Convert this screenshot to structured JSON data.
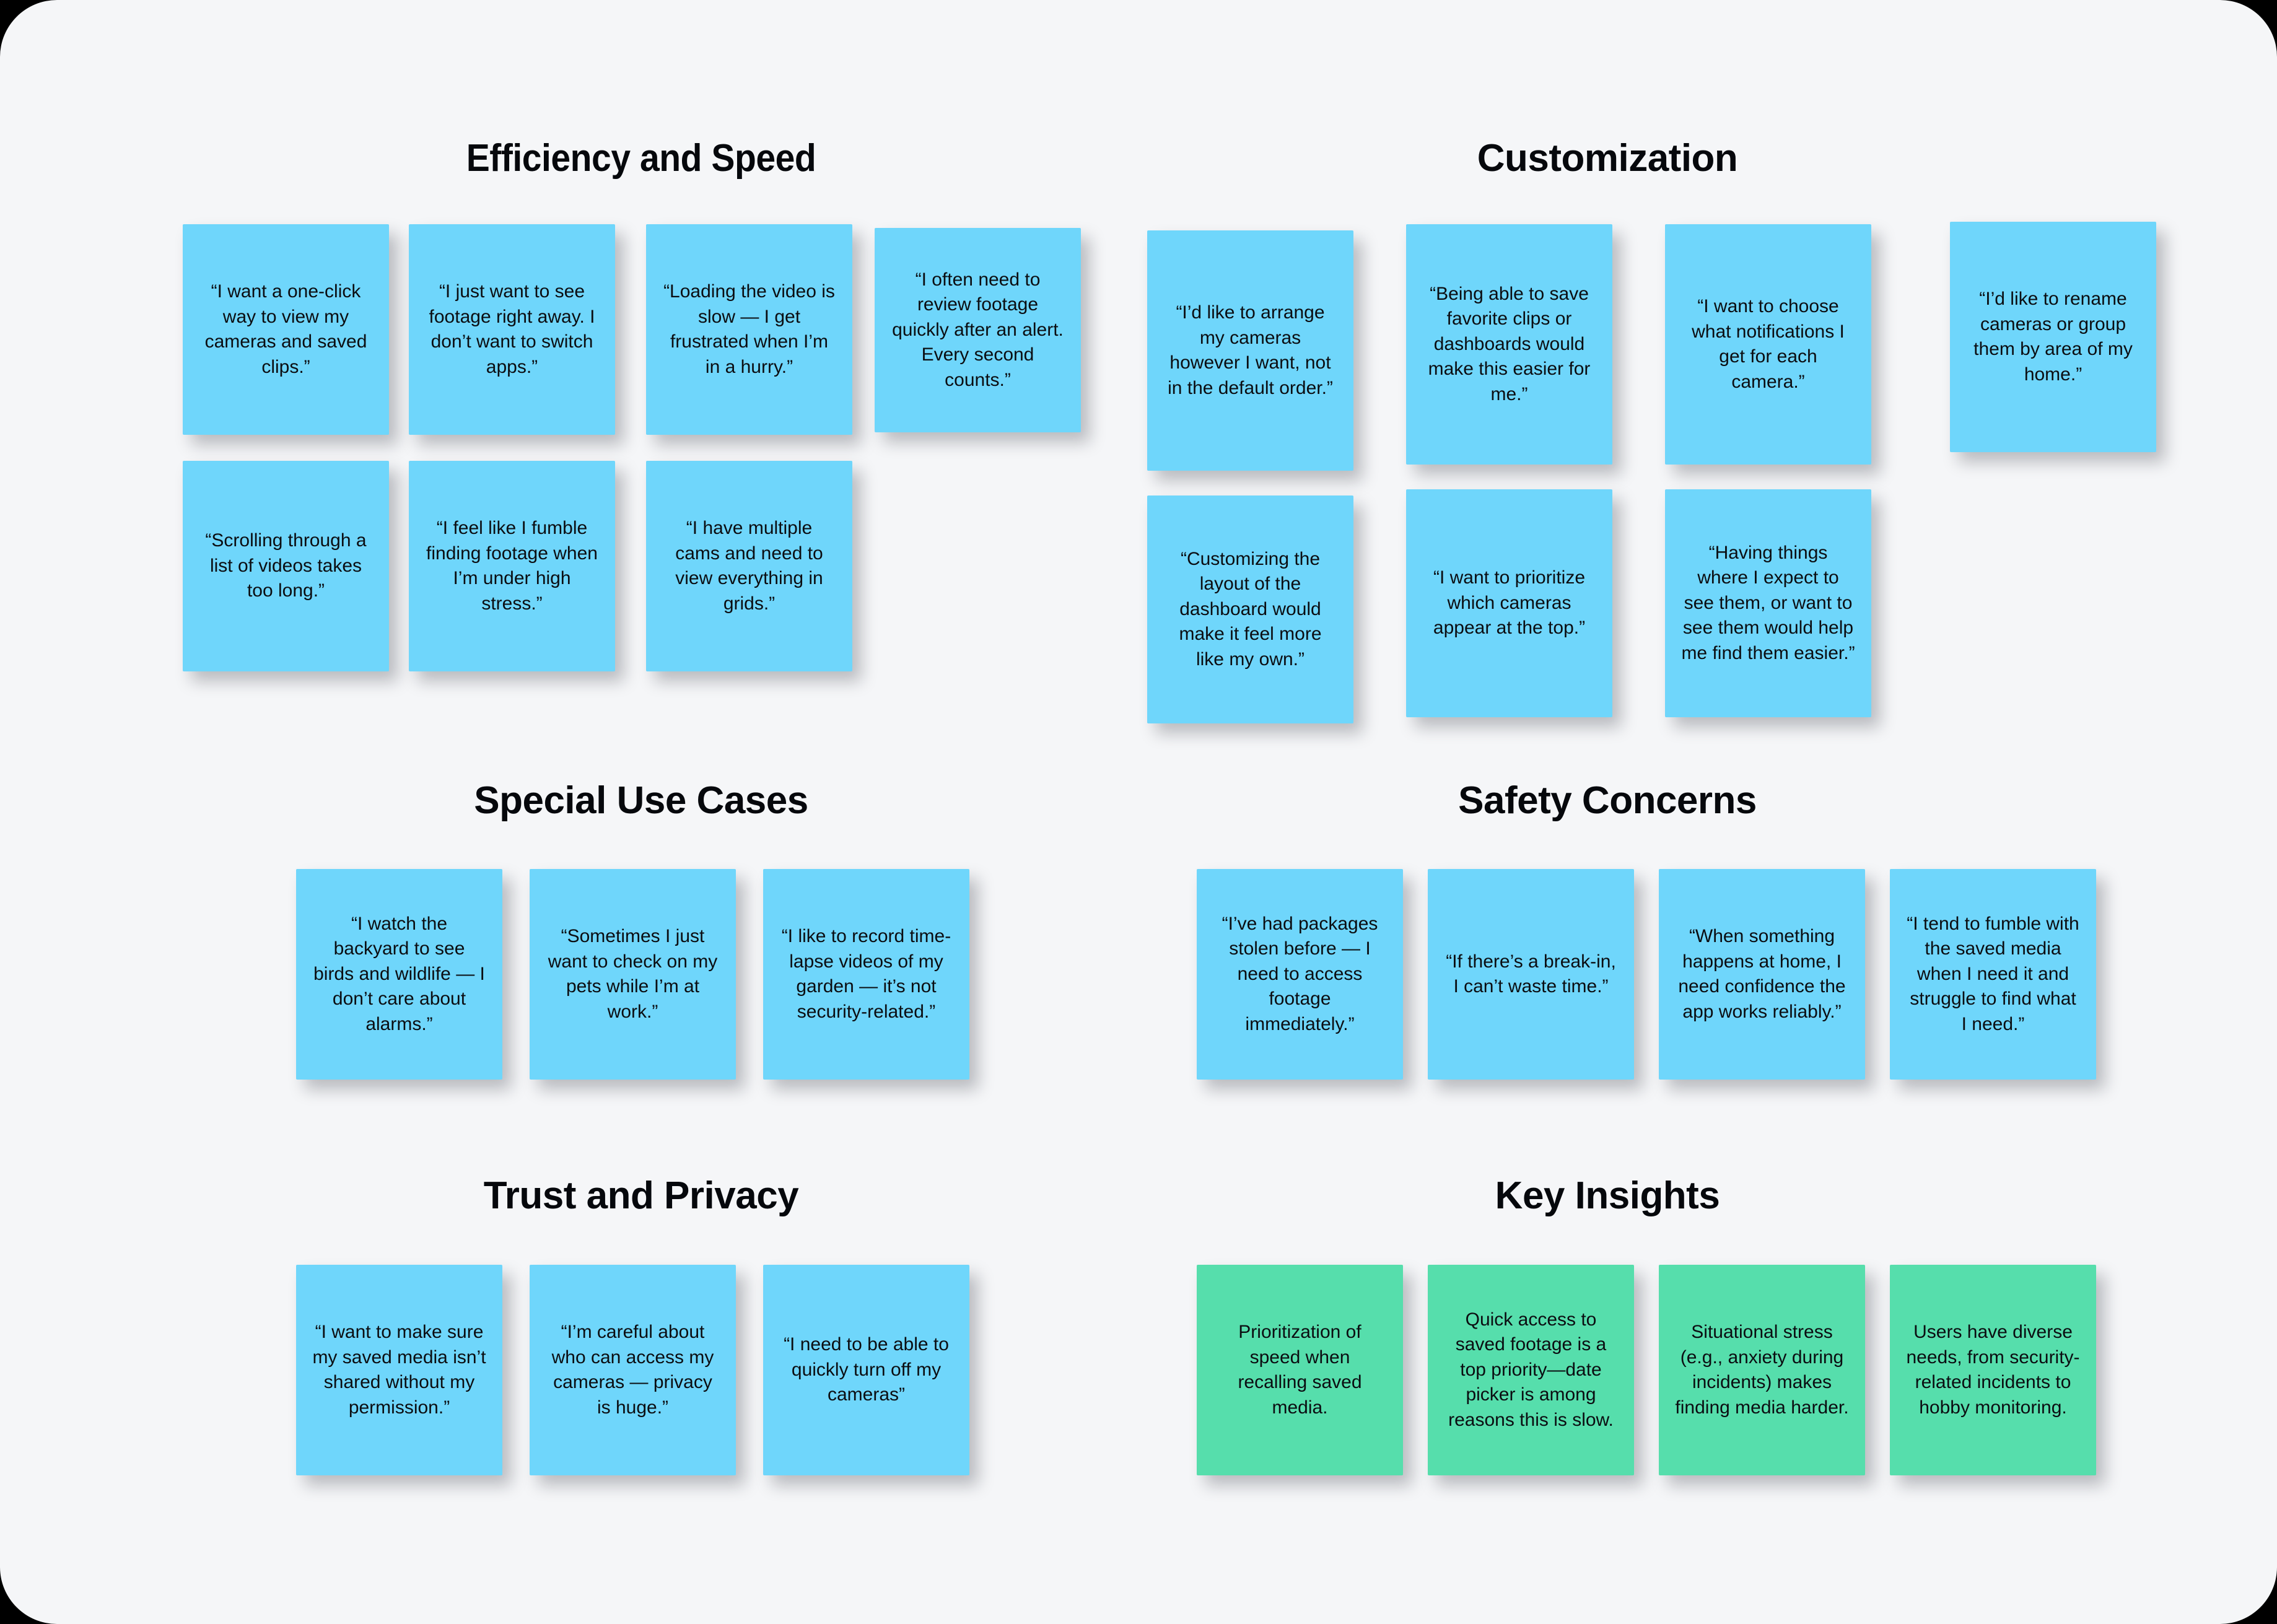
{
  "board": {
    "background_color": "#f5f6f8",
    "note_color_blue": "#6fd6fb",
    "note_color_green": "#56deac",
    "text_color": "#0b0d11"
  },
  "groups": [
    {
      "id": "efficiency-and-speed",
      "title": "Efficiency and Speed",
      "note_color": "#6fd6fb",
      "notes": [
        "“I want a one-click way to view my cameras and saved clips.”",
        "“I just want to see footage right away. I don’t want to switch apps.”",
        "“Loading the video is slow — I get frustrated when I’m in a hurry.”",
        "“I often need to review footage quickly after an alert. Every second counts.”",
        "“Scrolling through a list of videos takes too long.”",
        "“I feel like I fumble finding footage when I’m under high stress.”",
        "“I have multiple cams and need to view everything in grids.”"
      ]
    },
    {
      "id": "customization",
      "title": "Customization",
      "note_color": "#6fd6fb",
      "notes": [
        "“I’d like to arrange my cameras however I want, not in the default order.”",
        "“Being able to save favorite clips or dashboards would make this easier for me.”",
        "“I want to choose what notifications I get for each camera.”",
        "“I’d like to rename cameras or group them by area of my home.”",
        "“Customizing the layout of the dashboard would make it feel more like my own.”",
        "“I want to prioritize which cameras appear at the top.”",
        "“Having things where I expect to see them, or want to see them would help me find them easier.”"
      ]
    },
    {
      "id": "special-use-cases",
      "title": "Special Use Cases",
      "note_color": "#6fd6fb",
      "notes": [
        "“I watch the backyard to see birds and wildlife — I don’t care about alarms.”",
        "“Sometimes I just want to check on my pets while I’m at work.”",
        "“I like to record time-lapse videos of my garden — it’s not security-related.”"
      ]
    },
    {
      "id": "safety-concerns",
      "title": "Safety Concerns",
      "note_color": "#6fd6fb",
      "notes": [
        "“I’ve had packages stolen before — I need to access footage immediately.”",
        "“If there’s a break-in, I can’t waste time.”",
        "“When something happens at home, I need confidence the app works reliably.”",
        "“I tend to fumble with the saved media when I need it and struggle to find what I need.”"
      ]
    },
    {
      "id": "trust-and-privacy",
      "title": "Trust and Privacy",
      "note_color": "#6fd6fb",
      "notes": [
        "“I want to make sure my saved media isn’t shared without my permission.”",
        "“I’m careful about who can access my cameras — privacy is huge.”",
        "“I need to be able to quickly turn off my cameras”"
      ]
    },
    {
      "id": "key-insights",
      "title": "Key Insights",
      "note_color": "#56deac",
      "notes": [
        "Prioritization of speed when recalling saved media.",
        "Quick access to saved footage is a top priority—date picker is among reasons this is slow.",
        "Situational stress (e.g., anxiety during incidents) makes finding media harder.",
        "Users have diverse needs, from security-related incidents to hobby monitoring."
      ]
    }
  ]
}
